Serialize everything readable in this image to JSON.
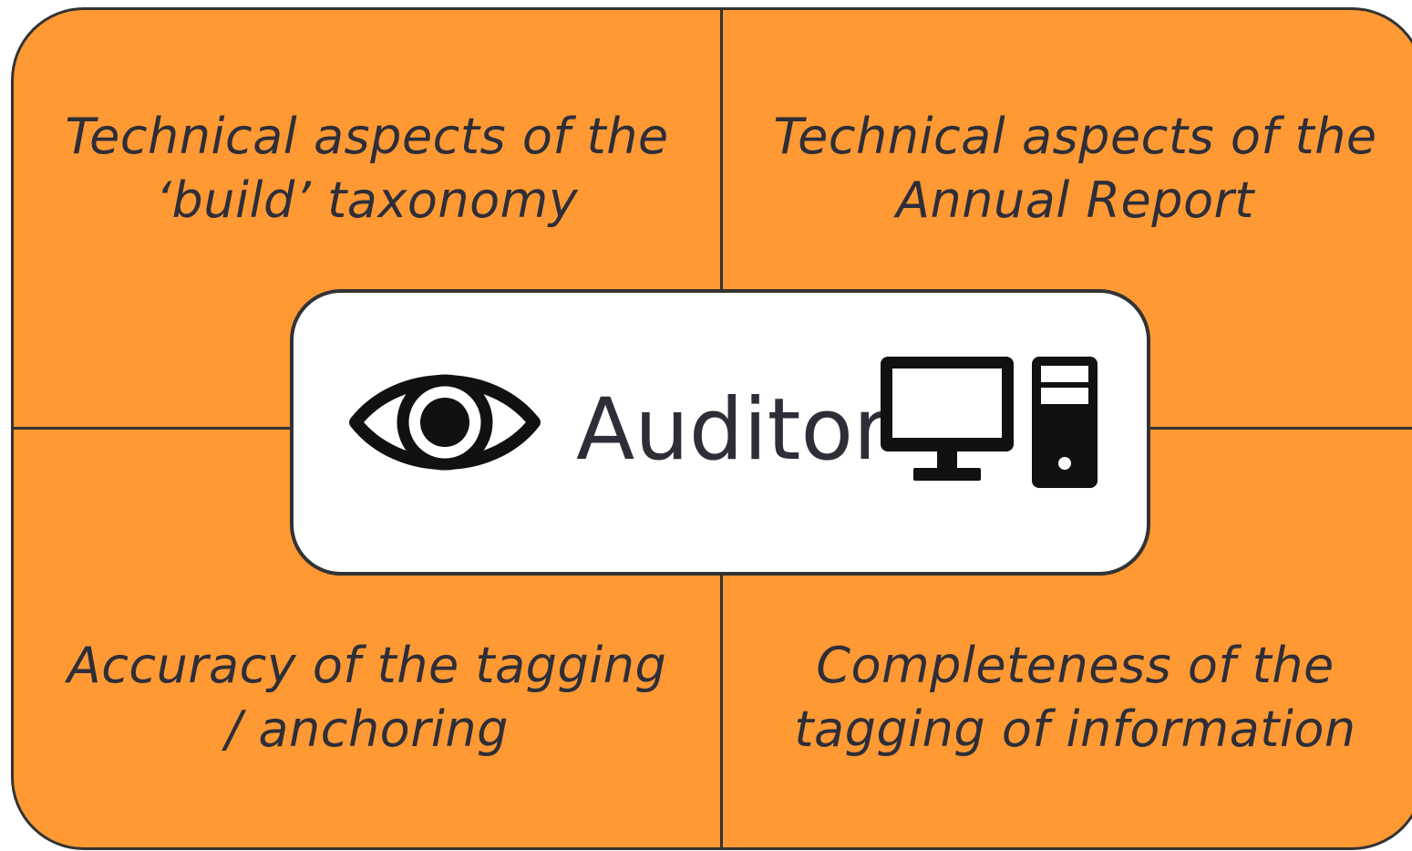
{
  "quadrants": {
    "top_left": {
      "line1": "Technical aspects of the",
      "line2": "‘build’ taxonomy"
    },
    "top_right": {
      "line1": "Technical aspects of the",
      "line2": "Annual Report"
    },
    "bottom_left": {
      "line1": "Accuracy of the tagging",
      "line2": "/ anchoring"
    },
    "bottom_right": {
      "line1": "Completeness of the",
      "line2": "tagging of information"
    }
  },
  "center": {
    "title": "Auditor",
    "left_icon": "eye-icon",
    "right_icon": "computer-icon"
  },
  "colors": {
    "background": "#ff9933",
    "border": "#333333",
    "text": "#2e2e38",
    "center_fill": "#ffffff"
  }
}
